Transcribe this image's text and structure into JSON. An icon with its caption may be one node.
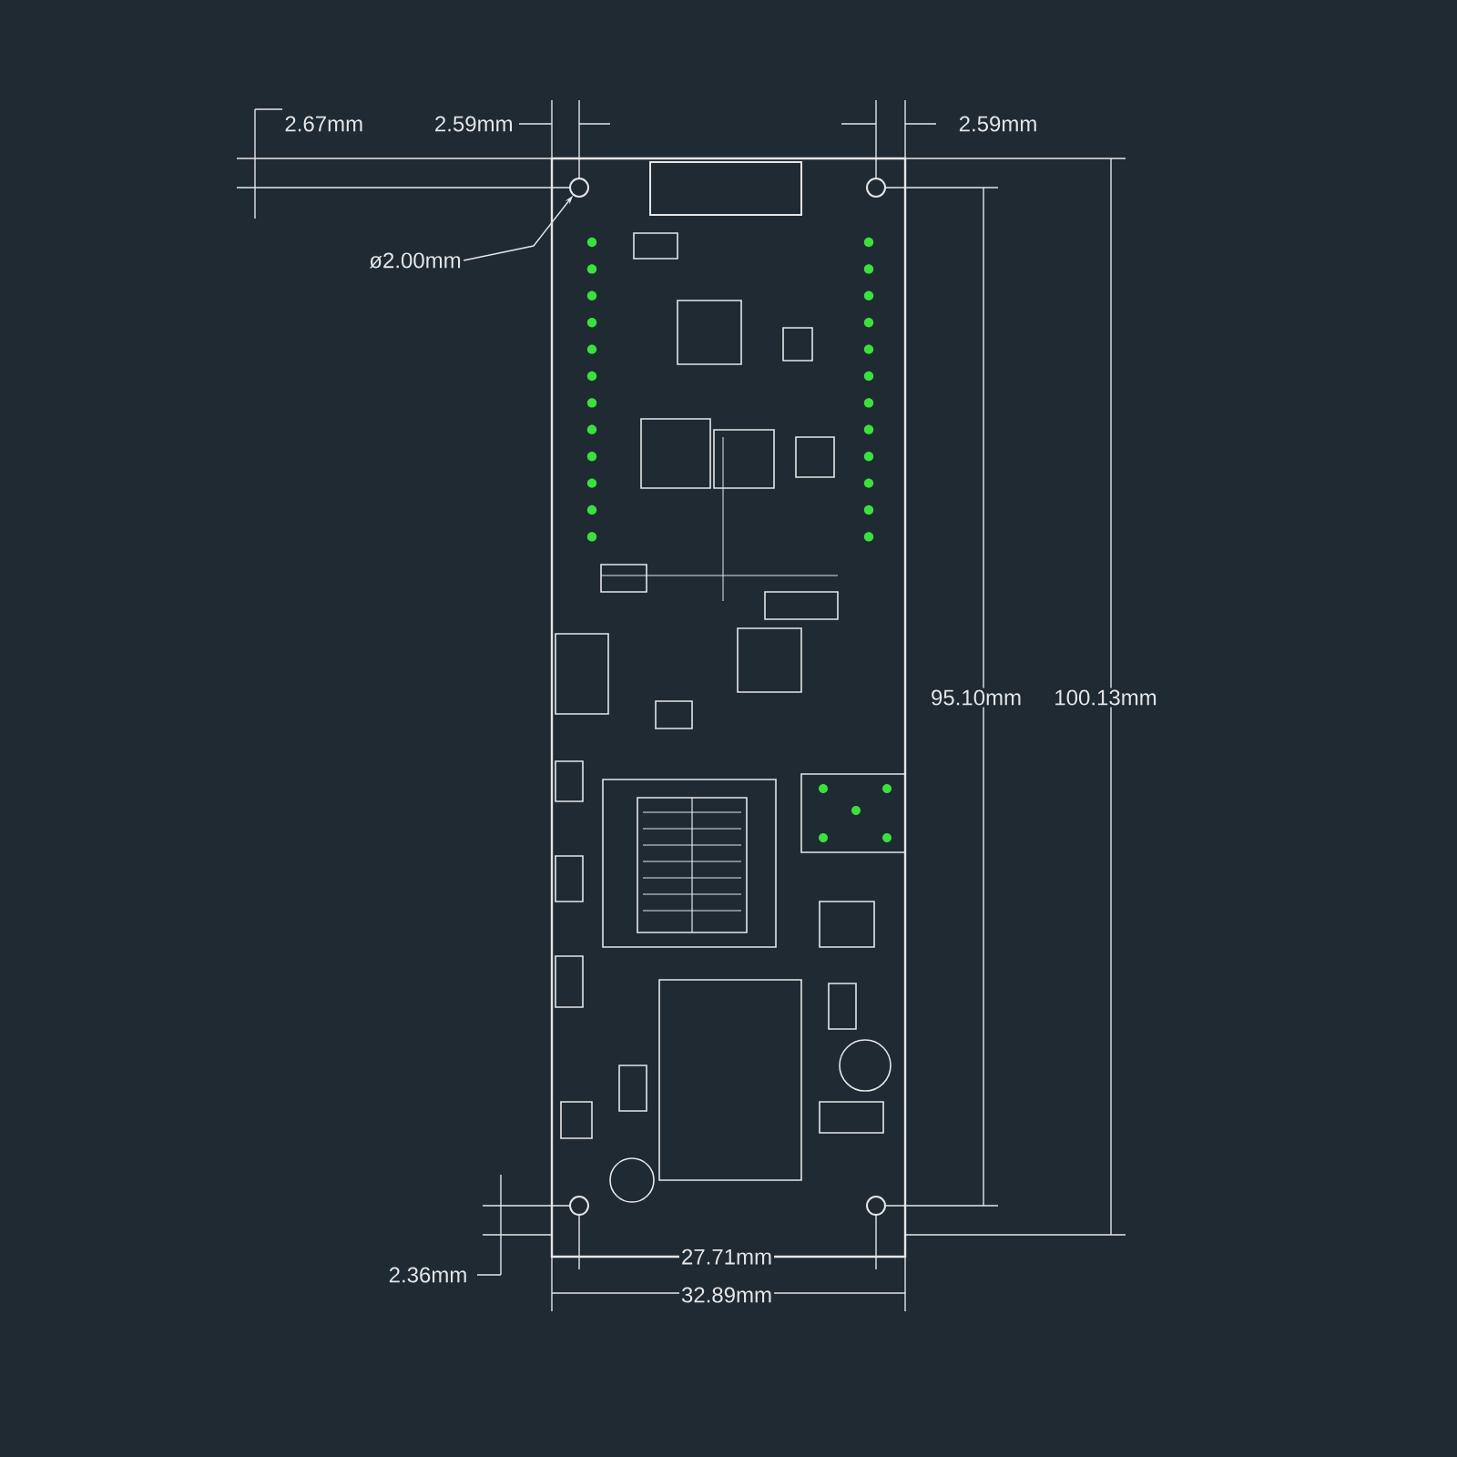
{
  "diagram": {
    "nodes": [
      {
        "text": [
          "ø2.00mm"
        ]
      },
      {
        "text": [],
        "shape": "circle"
      }
    ],
    "edges": [
      {
        "from": 0,
        "to": 1,
        "arrow": "to"
      }
    ],
    "labels": [
      "2.67mm",
      "2.59mm",
      "2.59mm",
      "95.10mm",
      "100.13mm",
      "2.36mm",
      "27.71mm",
      "32.89mm"
    ]
  }
}
